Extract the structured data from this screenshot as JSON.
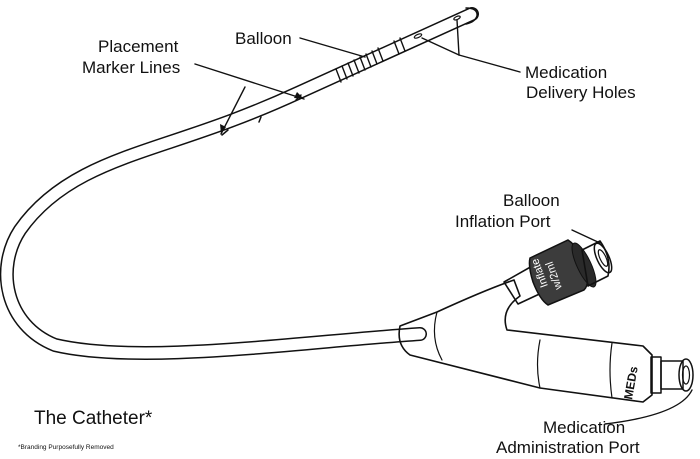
{
  "labels": {
    "balloon": "Balloon",
    "placement_line1": "Placement",
    "placement_line2": "Marker Lines",
    "med_holes_line1": "Medication",
    "med_holes_line2": "Delivery Holes",
    "inflation_line1": "Balloon",
    "inflation_line2": "Inflation Port",
    "admin_line1": "Medication",
    "admin_line2": "Administration Port"
  },
  "caption": "The Catheter*",
  "footnote": "*Branding Purposefully Removed",
  "valve_text_line1": "Inflate",
  "valve_text_line2": "w/2ml",
  "hub_text": "MEDs",
  "colors": {
    "ink": "#111111",
    "valve": "#3c3c3c",
    "background": "#ffffff"
  }
}
